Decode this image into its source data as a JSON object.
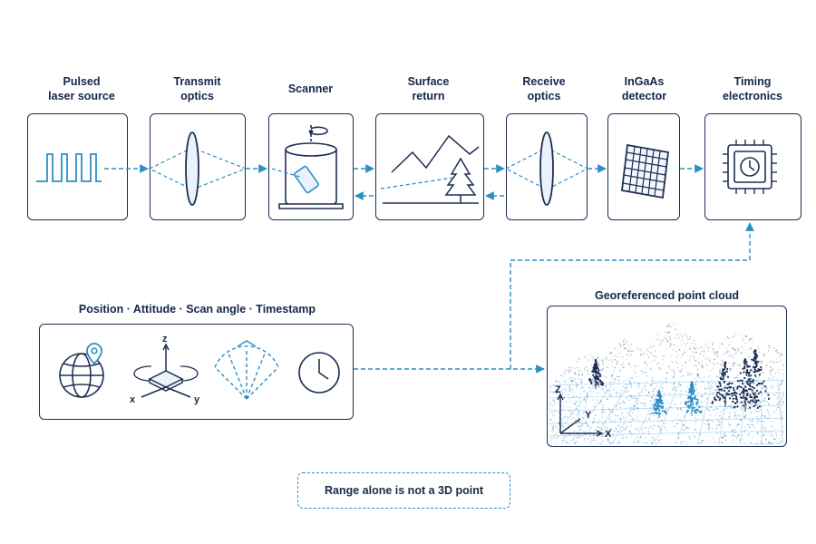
{
  "pipeline": {
    "stages": [
      {
        "id": "laser",
        "label": "Pulsed\nlaser source"
      },
      {
        "id": "transmit",
        "label": "Transmit\noptics"
      },
      {
        "id": "scanner",
        "label": "Scanner"
      },
      {
        "id": "surface",
        "label": "Surface\nreturn"
      },
      {
        "id": "receive",
        "label": "Receive\noptics"
      },
      {
        "id": "detector",
        "label": "InGaAs\ndetector"
      },
      {
        "id": "timing",
        "label": "Timing\nelectronics"
      }
    ]
  },
  "navigation": {
    "title": "Position · Attitude · Scan angle · Timestamp",
    "axis_labels": {
      "z": "z",
      "x": "x",
      "y": "y"
    },
    "icons": [
      "globe-pin-icon",
      "attitude-axes-icon",
      "scan-fan-icon",
      "clock-icon"
    ]
  },
  "point_cloud": {
    "title": "Georeferenced point cloud",
    "axis_labels": {
      "z": "Z",
      "y": "Y",
      "x": "X"
    }
  },
  "note": "Range alone is not a 3D point",
  "colors": {
    "line": "#1d2f55",
    "accent": "#2b8fc4"
  }
}
